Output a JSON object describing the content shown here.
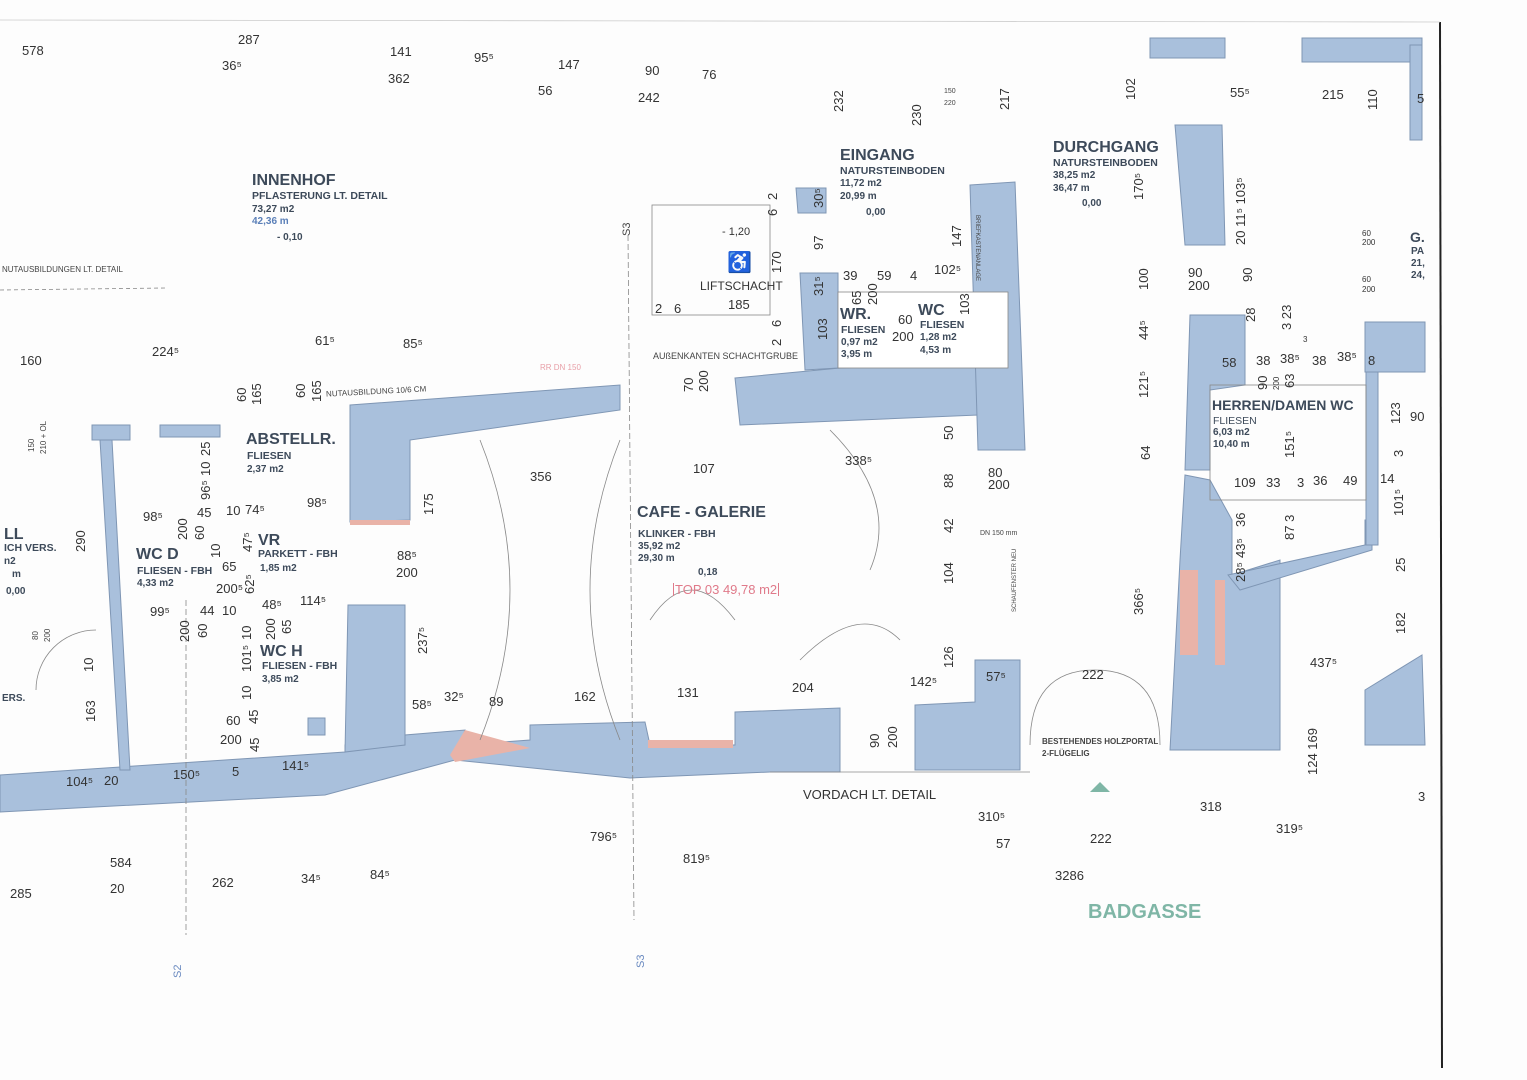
{
  "rooms": {
    "innenhof": {
      "name": "INNENHOF",
      "floor": "PFLASTERUNG LT. DETAIL",
      "area": "73,27 m2",
      "perimeter": "42,36  m",
      "level": "- 0,10"
    },
    "eingang": {
      "name": "EINGANG",
      "floor": "NATURSTEINBODEN",
      "area": "11,72 m2",
      "perimeter": "20,99  m",
      "level": "0,00"
    },
    "durchgang": {
      "name": "DURCHGANG",
      "floor": "NATURSTEINBODEN",
      "area": "38,25 m2",
      "perimeter": "36,47  m",
      "level": "0,00"
    },
    "liftschacht": {
      "name": "LIFTSCHACHT",
      "level": "- 1,20"
    },
    "wr": {
      "name": "WR.",
      "floor": "FLIESEN",
      "area": "0,97 m2",
      "perimeter": "3,95  m"
    },
    "wc": {
      "name": "WC",
      "floor": "FLIESEN",
      "area": "1,28 m2",
      "perimeter": "4,53  m"
    },
    "abstellr": {
      "name": "ABSTELLR.",
      "floor": "FLIESEN",
      "area": "2,37 m2"
    },
    "wc_d": {
      "name": "WC D",
      "floor": "FLIESEN - FBH",
      "area": "4,33 m2"
    },
    "vr": {
      "name": "VR",
      "floor": "PARKETT - FBH",
      "area": "1,85 m2"
    },
    "wc_h": {
      "name": "WC H",
      "floor": "FLIESEN - FBH",
      "area": "3,85 m2"
    },
    "cafe": {
      "name": "CAFE - GALERIE",
      "floor": "KLINKER - FBH",
      "area": "35,92 m2",
      "perimeter": "29,30  m",
      "level": "0,18"
    },
    "herren_damen_wc": {
      "name": "HERREN/DAMEN WC",
      "floor": "FLIESEN",
      "area": "6,03 m2",
      "perimeter": "10,40  m"
    },
    "left_partial": {
      "name": "LL",
      "floor": "ICH VERS.",
      "area": "n2",
      "perimeter": "m",
      "level": "0,00",
      "extra": "ERS."
    },
    "right_partial": {
      "name": "G.",
      "floor": "PA",
      "area": "21,",
      "perimeter": "24,"
    }
  },
  "unit_label": "TOP 03  49,78 m2",
  "annotations": {
    "nut_left": "NUTAUSBILDUNGEN LT. DETAIL",
    "nut": "NUTAUSBILDUNG 10/6 CM",
    "schachtgrube": "AUßENKANTEN SCHACHTGRUBE",
    "vordach": "VORDACH LT.  DETAIL",
    "holzportal_1": "BESTEHENDES HOLZPORTAL",
    "holzportal_2": "2-FLÜGELIG",
    "dn150": "DN 150 mm",
    "schaufenster": "SCHAUFENSTER NEU",
    "briefkasten": "BRIEFKASTENANLAGE",
    "street": "BADGASSE",
    "door_left_1": "150",
    "door_left_2": "210 + OL",
    "door_80": "80",
    "door_80_h": "200",
    "small_150": "150",
    "small_220": "220",
    "rr_dn": "RR DN 150",
    "s2": "S2",
    "s3_top": "S3",
    "s3_bottom": "S3",
    "wheelchair_icon": "wheelchair-icon"
  },
  "dimensions": [
    "578",
    "287",
    "36⁵",
    "141",
    "362",
    "95⁵",
    "147",
    "56",
    "90",
    "242",
    "76",
    "232",
    "230",
    "217",
    "102",
    "55⁵",
    "215",
    "110",
    "170⁵",
    "30⁵",
    "2",
    "6",
    "97",
    "147",
    "39",
    "59",
    "4",
    "102⁵",
    "170",
    "31⁵",
    "65",
    "200",
    "60",
    "200",
    "103",
    "103",
    "6",
    "2",
    "2",
    "6",
    "185",
    "100",
    "44⁵",
    "121⁵",
    "64",
    "366⁵",
    "90",
    "200",
    "90",
    "20 11⁵ 103⁵",
    "28",
    "3 23",
    "58",
    "38",
    "38⁵",
    "38",
    "38⁵",
    "8",
    "63",
    "123",
    "90",
    "3",
    "151⁵",
    "109",
    "33",
    "3",
    "36",
    "49",
    "14",
    "101⁵",
    "36",
    "87 3",
    "43⁵",
    "28⁵",
    "25",
    "182",
    "437⁵",
    "124 169",
    "60",
    "165",
    "60",
    "165",
    "85⁵",
    "61⁵",
    "224⁵",
    "160",
    "175",
    "88⁵",
    "200",
    "237⁵",
    "356",
    "107",
    "338⁵",
    "50",
    "88",
    "42",
    "104",
    "126",
    "80",
    "200",
    "58⁵",
    "32⁵",
    "89",
    "162",
    "131",
    "204",
    "142⁵",
    "57⁵",
    "222",
    "70",
    "200",
    "98⁵",
    "45",
    "10",
    "74⁵",
    "98⁵",
    "96⁵",
    "10",
    "25",
    "290",
    "200",
    "60",
    "10",
    "65",
    "47⁵",
    "200⁵",
    "62⁵",
    "99⁵",
    "44",
    "10",
    "48⁵",
    "114⁵",
    "200",
    "60",
    "200",
    "65",
    "10",
    "101⁵",
    "10",
    "45",
    "60",
    "200",
    "45",
    "10",
    "163",
    "104⁵",
    "20",
    "150⁵",
    "5",
    "141⁵",
    "796⁵",
    "819⁵",
    "310⁵",
    "57",
    "222",
    "318",
    "319⁵",
    "3",
    "3286",
    "584",
    "20",
    "285",
    "262",
    "34⁵",
    "84⁵",
    "90",
    "200",
    "90",
    "200",
    "60",
    "200",
    "60",
    "200",
    "3",
    "5"
  ]
}
